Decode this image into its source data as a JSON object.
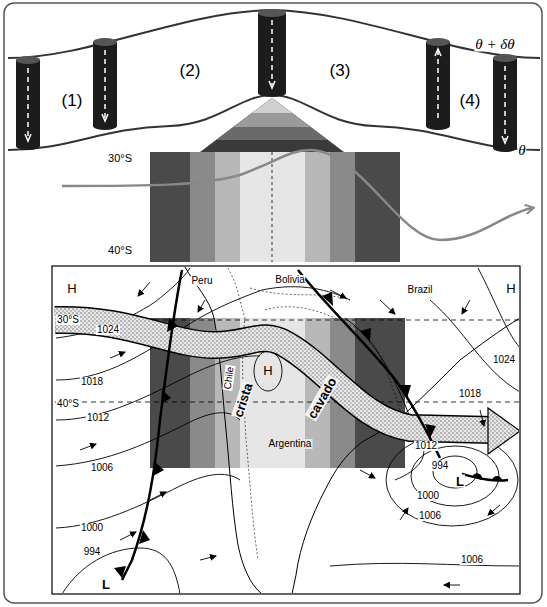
{
  "diagram": {
    "labels": [
      "θ + δθ",
      "θ",
      "(1)",
      "(2)",
      "(3)",
      "(4)",
      "30°S",
      "40°S",
      "H",
      "Peru",
      "Bolivia",
      "Brazil",
      "H",
      "1024",
      "1024",
      "Chile",
      "H",
      "30°S",
      "1018",
      "1018",
      "crista",
      "cavado",
      "1012",
      "1012",
      "40°S",
      "Argentina",
      "1006",
      "994",
      "L",
      "1000",
      "1006",
      "1000",
      "994",
      "L",
      "1006"
    ]
  }
}
